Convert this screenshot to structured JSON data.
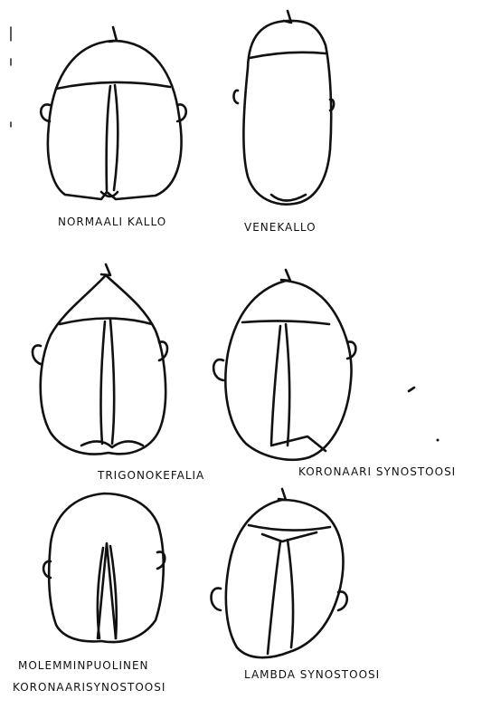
{
  "skulls": [
    {
      "id": "normal",
      "label": "NORMAALI KALLO"
    },
    {
      "id": "scaphocephaly",
      "label": "VENEKALLO"
    },
    {
      "id": "trigonocephaly",
      "label": "TRIGONOKEFALIA"
    },
    {
      "id": "unicoronal",
      "label": "KORONAARI SYNOSTOOSI"
    },
    {
      "id": "bicoronal",
      "label_line1": "MOLEMMINPUOLINEN",
      "label_line2": "KORONAARISYNOSTOOSI"
    },
    {
      "id": "lambdoid",
      "label": "LAMBDA SYNOSTOOSI"
    }
  ],
  "ink_color": "#111111"
}
